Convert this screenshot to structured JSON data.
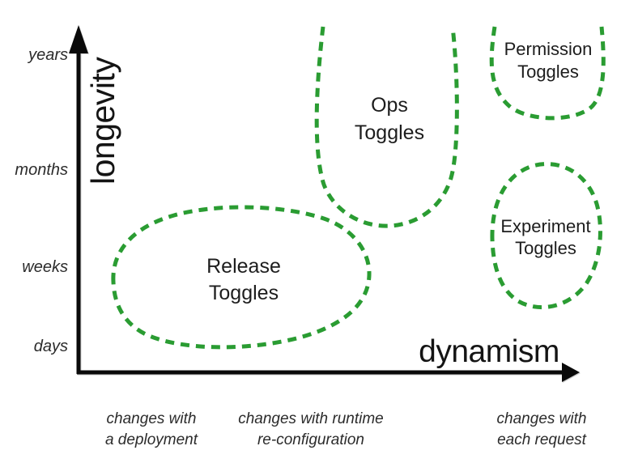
{
  "figure": {
    "background": "#ffffff",
    "accent_green": "#2a9c32",
    "axis_color": "#0a0a0a",
    "text_color": "#1d1d1d"
  },
  "y_axis": {
    "label": "longevity",
    "ticks": [
      {
        "label": "years"
      },
      {
        "label": "months"
      },
      {
        "label": "weeks"
      },
      {
        "label": "days"
      }
    ]
  },
  "x_axis": {
    "label": "dynamism"
  },
  "regions": [
    {
      "id": "release-toggles",
      "line1": "Release",
      "line2": "Toggles"
    },
    {
      "id": "ops-toggles",
      "line1": "Ops",
      "line2": "Toggles"
    },
    {
      "id": "permission-toggles",
      "line1": "Permission",
      "line2": "Toggles"
    },
    {
      "id": "experiment-toggles",
      "line1": "Experiment",
      "line2": "Toggles"
    }
  ],
  "x_captions": [
    {
      "line1": "changes with",
      "line2": "a deployment"
    },
    {
      "line1": "changes with runtime",
      "line2": "re-configuration"
    },
    {
      "line1": "changes with",
      "line2": "each request"
    }
  ]
}
